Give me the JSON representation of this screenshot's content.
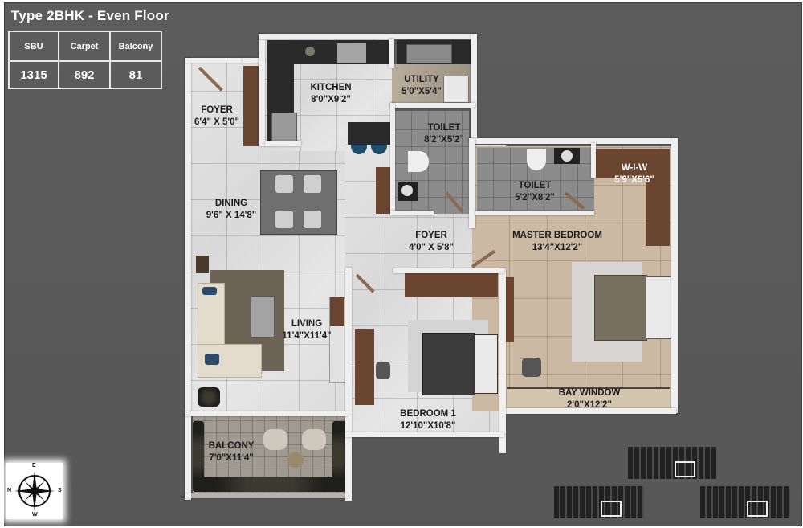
{
  "header": {
    "title": "Type 2BHK - Even Floor"
  },
  "area_table": {
    "headers": [
      "SBU",
      "Carpet",
      "Balcony"
    ],
    "values": [
      "1315",
      "892",
      "81"
    ]
  },
  "rooms": [
    {
      "id": "foyer-1",
      "name": "FOYER",
      "size": "6'4\" X 5'0\""
    },
    {
      "id": "kitchen",
      "name": "KITCHEN",
      "size": "8'0\"X9'2\""
    },
    {
      "id": "utility",
      "name": "UTILITY",
      "size": "5'0\"X5'4\""
    },
    {
      "id": "toilet-1",
      "name": "TOILET",
      "size": "8'2\"X5'2\""
    },
    {
      "id": "toilet-2",
      "name": "TOILET",
      "size": "5'2\"X8'2\""
    },
    {
      "id": "wiw",
      "name": "W-I-W",
      "size": "5'9\"X5'6\""
    },
    {
      "id": "dining",
      "name": "DINING",
      "size": "9'6\" X 14'8\""
    },
    {
      "id": "foyer-2",
      "name": "FOYER",
      "size": "4'0\" X 5'8\""
    },
    {
      "id": "master-bedroom",
      "name": "MASTER BEDROOM",
      "size": "13'4\"X12'2\""
    },
    {
      "id": "living",
      "name": "LIVING",
      "size": "11'4\"X11'4\""
    },
    {
      "id": "bedroom-1",
      "name": "BEDROOM 1",
      "size": "12'10\"X10'8\""
    },
    {
      "id": "bay-window",
      "name": "BAY WINDOW",
      "size": "2'0\"X12'2\""
    },
    {
      "id": "balcony",
      "name": "BALCONY",
      "size": "7'0\"X11'4\""
    }
  ],
  "compass": {
    "top": "E",
    "bottom": "W",
    "left": "N",
    "right": "S"
  },
  "colors": {
    "background": "#595959",
    "walls": "#efefef",
    "text": "#1b1b1b",
    "header_text": "#ffffff"
  }
}
